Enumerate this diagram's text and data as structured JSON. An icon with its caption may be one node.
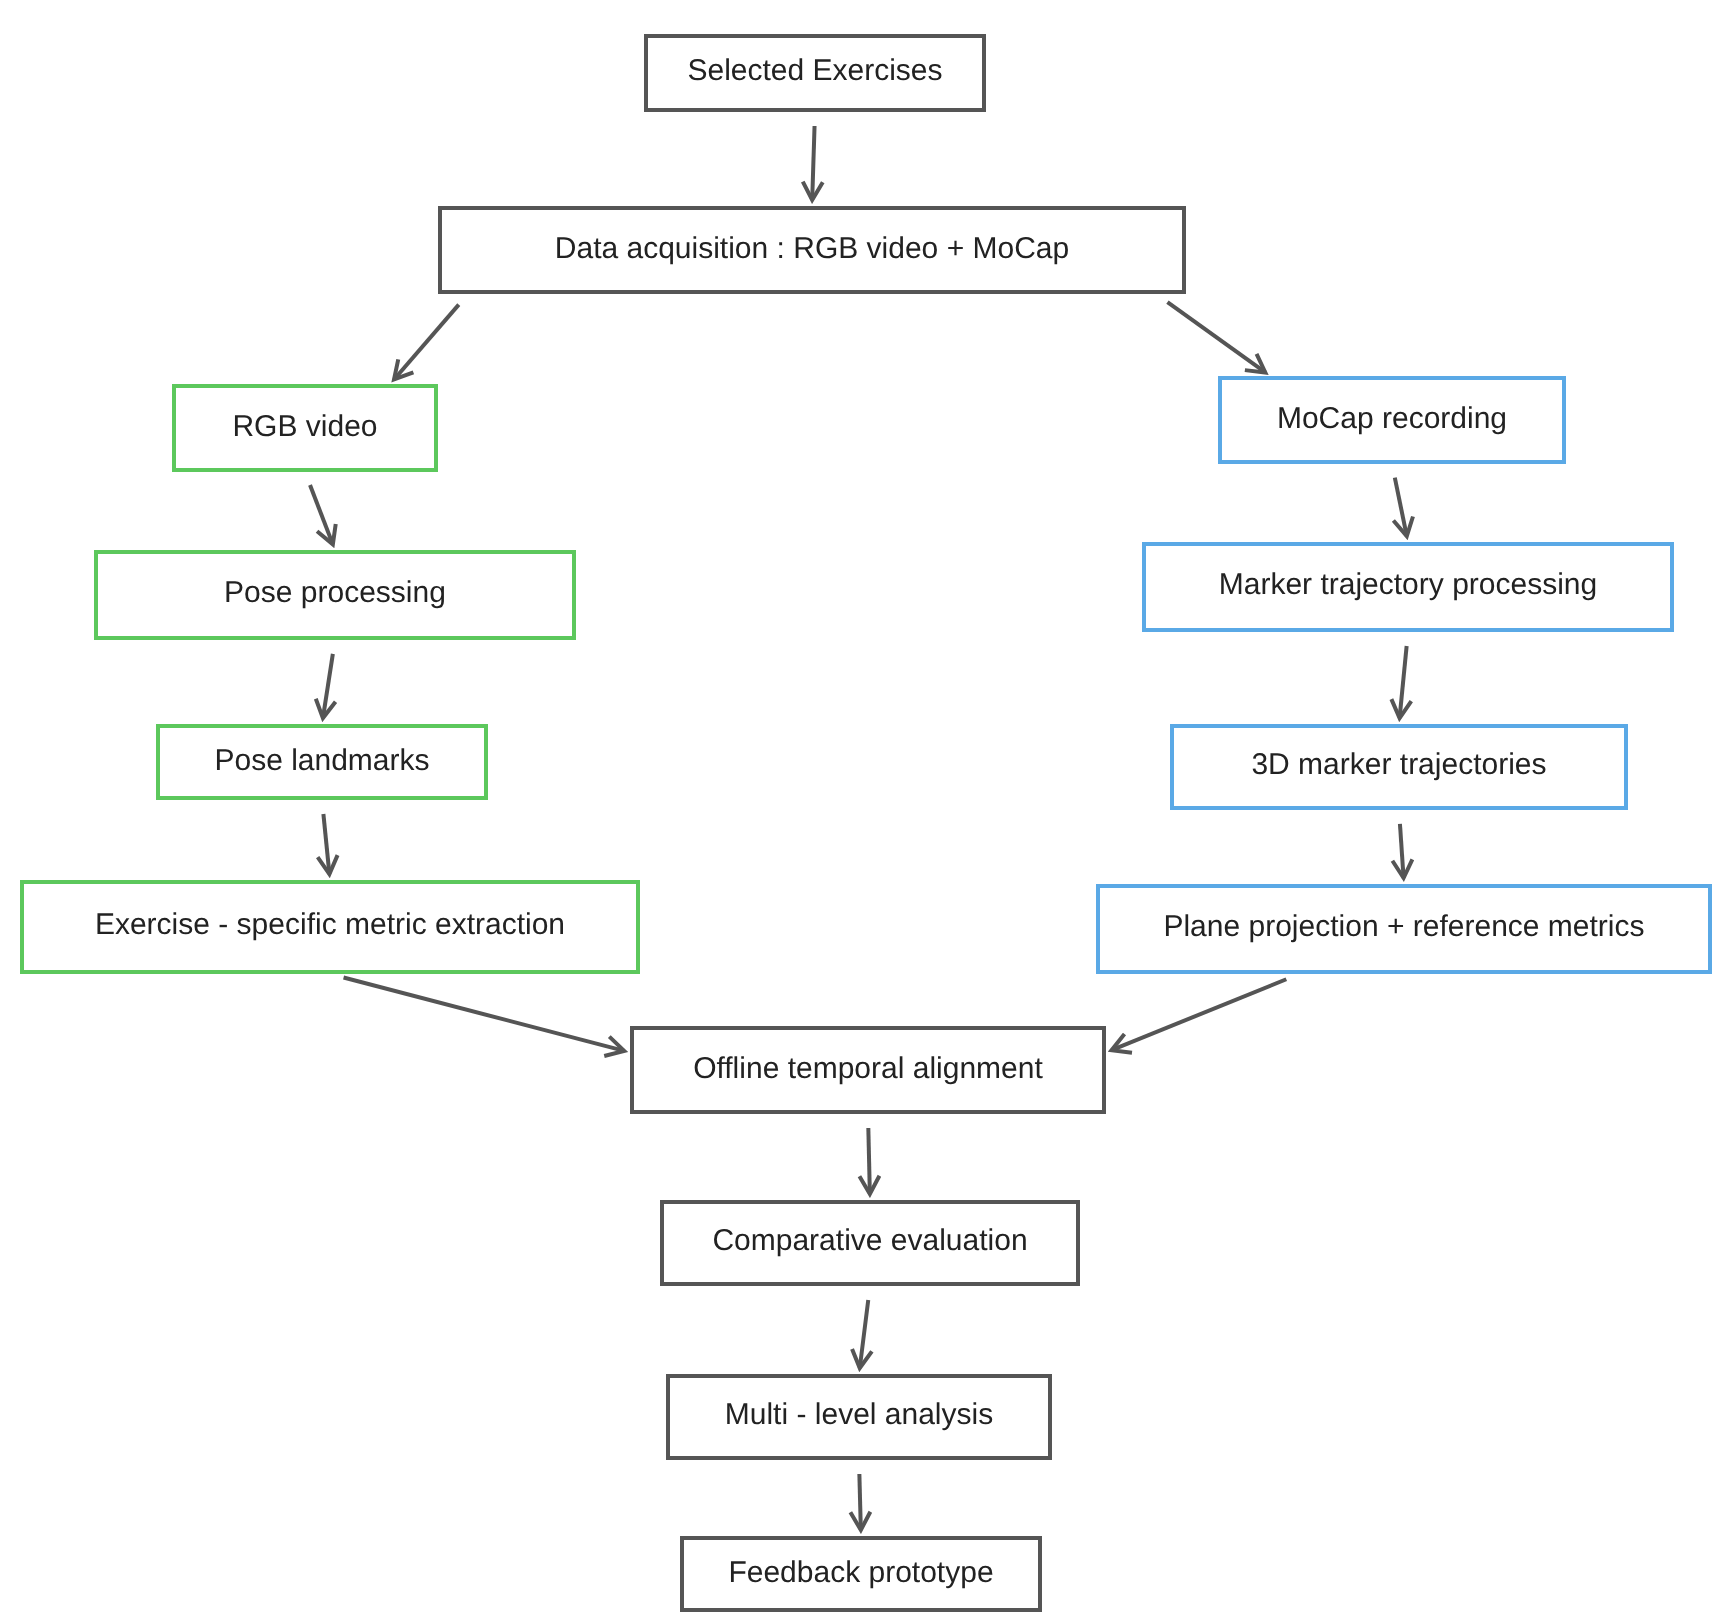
{
  "diagram": {
    "nodes": [
      {
        "text": [
          "Selected Exercises"
        ]
      },
      {
        "text": [
          "Data acquisition : RGB video + MoCap"
        ]
      },
      {
        "text": [
          "RGB video"
        ]
      },
      {
        "text": [
          "MoCap recording"
        ]
      },
      {
        "text": [
          "Pose processing"
        ]
      },
      {
        "text": [
          "Marker trajectory processing"
        ]
      },
      {
        "text": [
          "Pose landmarks"
        ]
      },
      {
        "text": [
          "3D marker trajectories"
        ]
      },
      {
        "text": [
          "Exercise - specific metric extraction"
        ]
      },
      {
        "text": [
          "Plane projection + reference metrics"
        ]
      },
      {
        "text": [
          "Offline temporal alignment"
        ]
      },
      {
        "text": [
          "Comparative evaluation"
        ]
      },
      {
        "text": [
          "Multi - level analysis"
        ]
      },
      {
        "text": [
          "Feedback prototype"
        ]
      }
    ],
    "edges": [
      {
        "from": 0,
        "to": 1,
        "arrow": "to"
      },
      {
        "from": 1,
        "to": 2,
        "arrow": "to"
      },
      {
        "from": 1,
        "to": 3,
        "arrow": "to"
      },
      {
        "from": 2,
        "to": 4,
        "arrow": "to"
      },
      {
        "from": 4,
        "to": 6,
        "arrow": "to"
      },
      {
        "from": 6,
        "to": 8,
        "arrow": "to"
      },
      {
        "from": 3,
        "to": 5,
        "arrow": "to"
      },
      {
        "from": 5,
        "to": 7,
        "arrow": "to"
      },
      {
        "from": 7,
        "to": 9,
        "arrow": "to"
      },
      {
        "from": 8,
        "to": 10,
        "arrow": "to"
      },
      {
        "from": 9,
        "to": 10,
        "arrow": "to"
      },
      {
        "from": 10,
        "to": 11,
        "arrow": "to"
      },
      {
        "from": 11,
        "to": 12,
        "arrow": "to"
      },
      {
        "from": 12,
        "to": 13,
        "arrow": "to"
      }
    ]
  }
}
